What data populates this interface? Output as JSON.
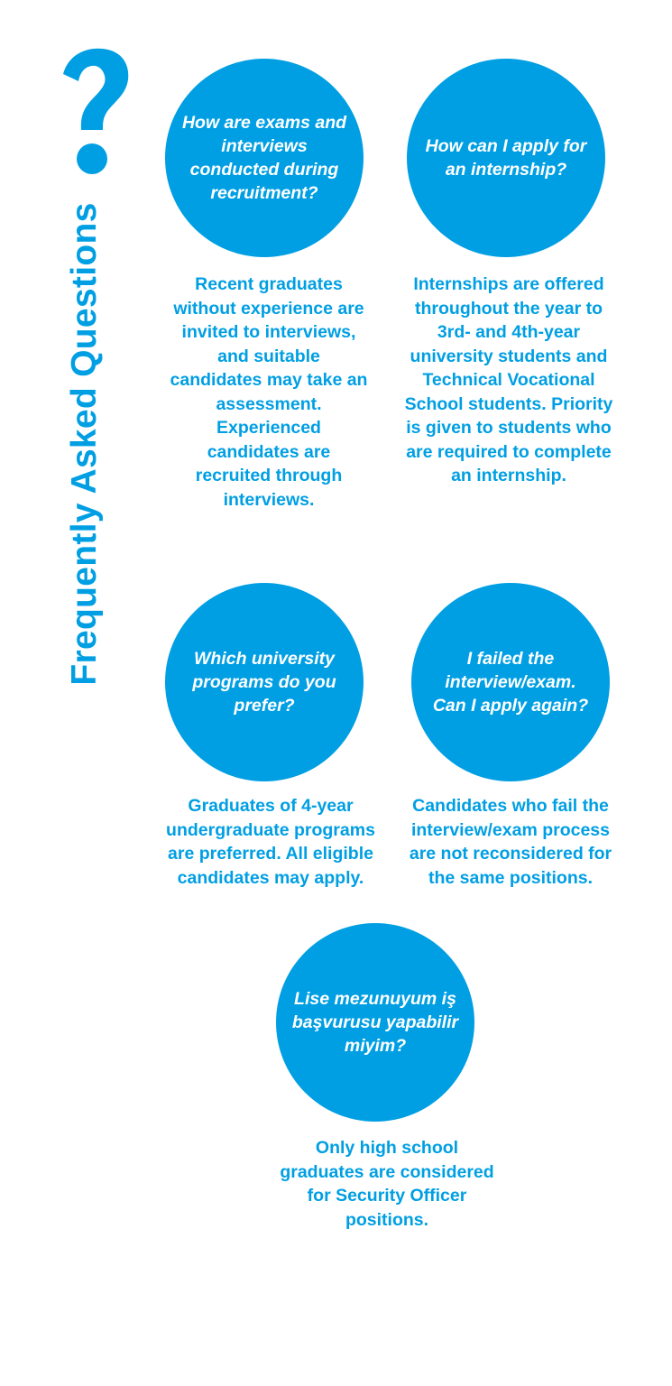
{
  "header": {
    "title": "Frequently Asked Questions",
    "icon": "question-mark-icon",
    "accent_color": "#009fe3"
  },
  "faqs": [
    {
      "question": "How are exams and interviews conducted during recruitment?",
      "answer": "Recent graduates without experience are invited to interviews, and suitable candidates may take an assessment. Experienced candidates are recruited through interviews."
    },
    {
      "question": "How can I apply for an internship?",
      "answer": "Internships are offered throughout the year to 3rd- and 4th-year university students and Technical Vocational School students. Priority is given to students who are required to complete an internship."
    },
    {
      "question": "Which university programs do you prefer?",
      "answer": "Graduates of 4-year undergraduate programs are preferred. All eligible candidates may apply."
    },
    {
      "question": "I failed the interview/exam. Can I apply again?",
      "answer": "Candidates who fail the interview/exam process are not reconsidered for the same positions."
    },
    {
      "question": "Lise mezunuyum iş başvurusu yapabilir miyim?",
      "answer": "Only high school graduates are considered for Security Officer positions."
    }
  ]
}
